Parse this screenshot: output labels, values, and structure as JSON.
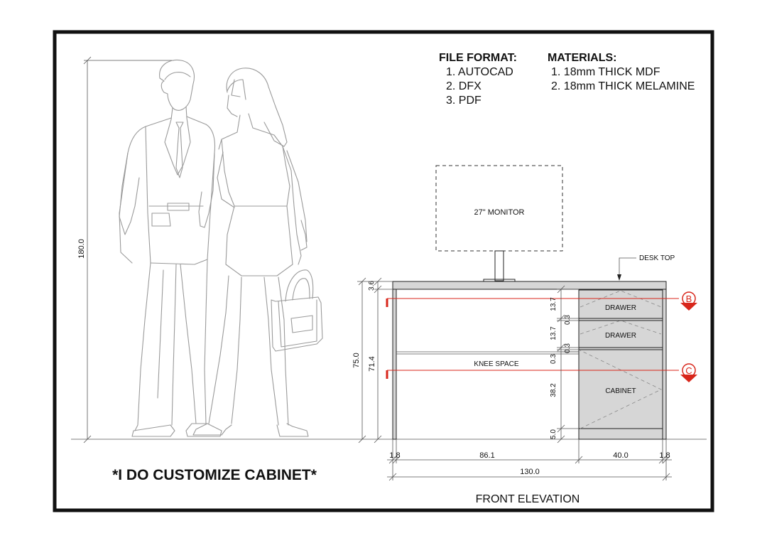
{
  "file_format": {
    "heading": "FILE FORMAT:",
    "items": [
      "1. AUTOCAD",
      "2. DFX",
      "3. PDF"
    ]
  },
  "materials": {
    "heading": "MATERIALS:",
    "items": [
      "1. 18mm THICK MDF",
      "2. 18mm THICK MELAMINE"
    ]
  },
  "labels": {
    "monitor": "27\" MONITOR",
    "desk_top": "DESK TOP",
    "drawer_1": "DRAWER",
    "drawer_2": "DRAWER",
    "knee_space": "KNEE SPACE",
    "cabinet": "CABINET",
    "section_b": "B",
    "section_c": "C",
    "title": "FRONT ELEVATION",
    "tagline": "*I DO CUSTOMIZE CABINET*"
  },
  "dimensions": {
    "person_height": "180.0",
    "desk_height": "75.0",
    "leg_height": "71.4",
    "top_thickness": "3.6",
    "drawer_1": "13.7",
    "gap_1": "0.3",
    "drawer_2": "13.7",
    "gap_2": "0.3",
    "knee_gap": "0.3",
    "cabinet": "38.2",
    "plinth": "5.0",
    "left_panel": "1.8",
    "knee_width": "86.1",
    "cabinet_width": "40.0",
    "right_panel": "1.8",
    "total_width": "130.0"
  },
  "colors": {
    "cabinet_fill": "#d6d6d6",
    "section_marker": "#d8261b",
    "border": "#111111"
  }
}
